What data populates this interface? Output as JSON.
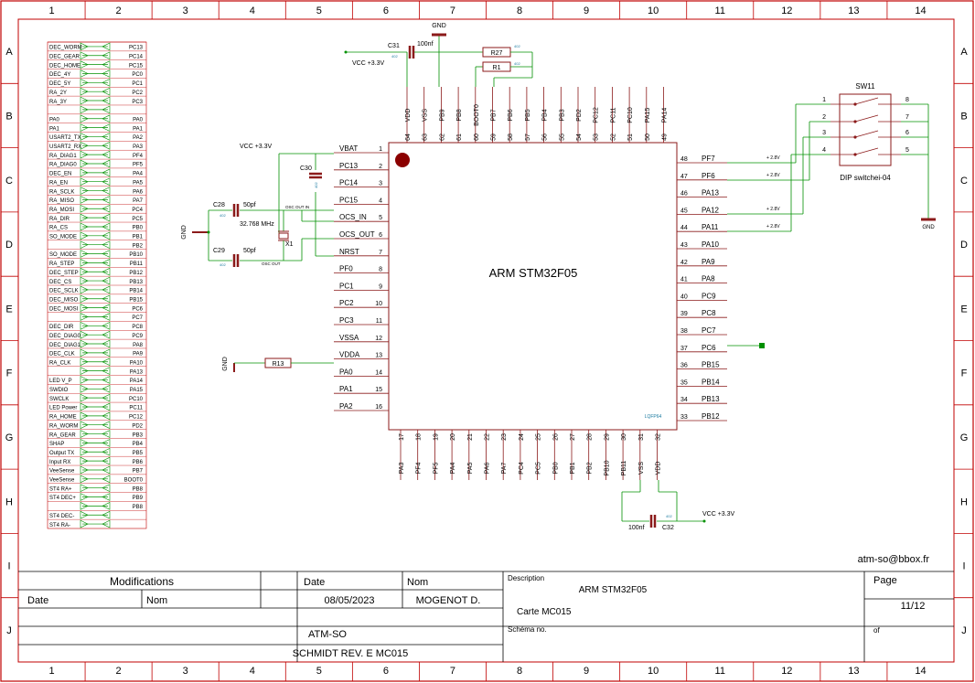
{
  "frame": {
    "columns": [
      "1",
      "2",
      "3",
      "4",
      "5",
      "6",
      "7",
      "8",
      "9",
      "10",
      "11",
      "12",
      "13",
      "14"
    ],
    "rows": [
      "A",
      "B",
      "C",
      "D",
      "E",
      "F",
      "G",
      "H",
      "I",
      "J"
    ]
  },
  "colors": {
    "frame": "#c00000",
    "wire": "#009000",
    "text": "#000000",
    "pin": "#8b1a1a",
    "chip": "#8b1a1a",
    "note": "#1a7aa0"
  },
  "connector": {
    "left_labels": [
      "DEC_WORM",
      "DEC_GEAR",
      "DEC_HOME",
      "DEC_4Y",
      "DEC_5Y",
      "RA_2Y",
      "RA_3Y",
      "",
      "PA0",
      "PA1",
      "USART2_TX",
      "USART2_RX",
      "RA_DIAG1",
      "RA_DIAG0",
      "DEC_EN",
      "RA_EN",
      "RA_SCLK",
      "RA_MISO",
      "RA_MOSI",
      "RA_DIR",
      "RA_CS",
      "SO_MODE",
      "",
      "SO_MODE",
      "RA_STEP",
      "DEC_STEP",
      "DEC_CS",
      "DEC_SCLK",
      "DEC_MISO",
      "DEC_MOSI",
      "",
      "DEC_DIR",
      "DEC_DIAG0",
      "DEC_DIAG1",
      "DEC_CLK",
      "RA_CLK",
      "",
      "LED V_P",
      "SWDIO",
      "SWCLK",
      "LED Power",
      "RA_HOME",
      "RA_WORM",
      "RA_GEAR",
      "SHAP",
      "Output TX",
      "Input RX",
      "VeeSense",
      "VeeSense",
      "ST4 RA+",
      "ST4 DEC+",
      "",
      "ST4 DEC-",
      "ST4 RA-"
    ],
    "right_labels": [
      "PC13",
      "PC14",
      "PC15",
      "PC0",
      "PC1",
      "PC2",
      "PC3",
      "",
      "PA0",
      "PA1",
      "PA2",
      "PA3",
      "PF4",
      "PF5",
      "PA4",
      "PA5",
      "PA6",
      "PA7",
      "PC4",
      "PC5",
      "PB0",
      "PB1",
      "PB2",
      "PB10",
      "PB11",
      "PB12",
      "PB13",
      "PB14",
      "PB15",
      "PC6",
      "PC7",
      "PC8",
      "PC9",
      "PA8",
      "PA9",
      "PA10",
      "PA13",
      "PA14",
      "PA15",
      "PC10",
      "PC11",
      "PC12",
      "PD2",
      "PB3",
      "PB4",
      "PB5",
      "PB6",
      "PB7",
      "BOOT0",
      "PB8",
      "PB9",
      "PB8"
    ]
  },
  "chip": {
    "name": "ARM STM32F05",
    "left_pins": [
      {
        "name": "VBAT",
        "num": "1"
      },
      {
        "name": "PC13",
        "num": "2"
      },
      {
        "name": "PC14",
        "num": "3"
      },
      {
        "name": "PC15",
        "num": "4"
      },
      {
        "name": "OCS_IN",
        "num": "5"
      },
      {
        "name": "OCS_OUT",
        "num": "6"
      },
      {
        "name": "NRST",
        "num": "7"
      },
      {
        "name": "PF0",
        "num": "8"
      },
      {
        "name": "PC1",
        "num": "9"
      },
      {
        "name": "PC2",
        "num": "10"
      },
      {
        "name": "PC3",
        "num": "11"
      },
      {
        "name": "VSSA",
        "num": "12"
      },
      {
        "name": "VDDA",
        "num": "13"
      },
      {
        "name": "PA0",
        "num": "14"
      },
      {
        "name": "PA1",
        "num": "15"
      },
      {
        "name": "PA2",
        "num": "16"
      }
    ],
    "right_pins": [
      {
        "name": "PF7",
        "num": "48"
      },
      {
        "name": "PF6",
        "num": "47"
      },
      {
        "name": "PA13",
        "num": "46"
      },
      {
        "name": "PA12",
        "num": "45"
      },
      {
        "name": "PA11",
        "num": "44"
      },
      {
        "name": "PA10",
        "num": "43"
      },
      {
        "name": "PA9",
        "num": "42"
      },
      {
        "name": "PA8",
        "num": "41"
      },
      {
        "name": "PC9",
        "num": "40"
      },
      {
        "name": "PC8",
        "num": "39"
      },
      {
        "name": "PC7",
        "num": "38"
      },
      {
        "name": "PC6",
        "num": "37"
      },
      {
        "name": "PB15",
        "num": "36"
      },
      {
        "name": "PB14",
        "num": "35"
      },
      {
        "name": "PB13",
        "num": "34"
      },
      {
        "name": "PB12",
        "num": "33"
      }
    ],
    "top_pins": [
      {
        "name": "VDD",
        "num": "64"
      },
      {
        "name": "VSS",
        "num": "63"
      },
      {
        "name": "PB9",
        "num": "62"
      },
      {
        "name": "PB8",
        "num": "61"
      },
      {
        "name": "BOOT0",
        "num": "60"
      },
      {
        "name": "PB7",
        "num": "59"
      },
      {
        "name": "PB6",
        "num": "58"
      },
      {
        "name": "PB5",
        "num": "57"
      },
      {
        "name": "PB4",
        "num": "56"
      },
      {
        "name": "PB3",
        "num": "55"
      },
      {
        "name": "PD2",
        "num": "54"
      },
      {
        "name": "PC12",
        "num": "53"
      },
      {
        "name": "PC11",
        "num": "52"
      },
      {
        "name": "PC10",
        "num": "51"
      },
      {
        "name": "PA15",
        "num": "50"
      },
      {
        "name": "PA14",
        "num": "49"
      }
    ],
    "bottom_pins": [
      {
        "name": "PA3",
        "num": "17"
      },
      {
        "name": "PF4",
        "num": "18"
      },
      {
        "name": "PF5",
        "num": "19"
      },
      {
        "name": "PA4",
        "num": "20"
      },
      {
        "name": "PA5",
        "num": "21"
      },
      {
        "name": "PA6",
        "num": "22"
      },
      {
        "name": "PA7",
        "num": "23"
      },
      {
        "name": "PC4",
        "num": "24"
      },
      {
        "name": "PC5",
        "num": "25"
      },
      {
        "name": "PB0",
        "num": "26"
      },
      {
        "name": "PB1",
        "num": "27"
      },
      {
        "name": "PB2",
        "num": "28"
      },
      {
        "name": "PB10",
        "num": "29"
      },
      {
        "name": "PB11",
        "num": "30"
      },
      {
        "name": "VSS",
        "num": "31"
      },
      {
        "name": "VDD",
        "num": "32"
      }
    ],
    "footprint_note": "LQFP64"
  },
  "components": {
    "c31": {
      "ref": "C31",
      "value": "100nf"
    },
    "r27": {
      "ref": "R27"
    },
    "r1": {
      "ref": "R1"
    },
    "c30": {
      "ref": "C30"
    },
    "c28": {
      "ref": "C28",
      "value": "50pf"
    },
    "c29": {
      "ref": "C29",
      "value": "50pf"
    },
    "x1": {
      "ref": "X1",
      "value": "32.768 MHz"
    },
    "r13": {
      "ref": "R13"
    },
    "c32": {
      "ref": "C32",
      "value": "100nf"
    },
    "sw11": {
      "ref": "SW11",
      "value": "DIP switchei-04",
      "pins_left": [
        "1",
        "2",
        "3",
        "4"
      ],
      "pins_right": [
        "8",
        "7",
        "6",
        "5"
      ]
    }
  },
  "nets": {
    "vcc": "VCC +3.3V",
    "gnd": "GND",
    "osc_in": "OSC OUT IN",
    "osc_out": "OSC OUT",
    "v28": "+ 2.8V",
    "small": "402"
  },
  "title_block": {
    "email": "atm-so@bbox.fr",
    "modifications": "Modifications",
    "date_header": "Date",
    "nom_header": "Nom",
    "date_col": "Date",
    "nom_col": "Nom",
    "date_value": "08/05/2023",
    "nom_value": "MOGENOT D.",
    "description_label": "Description",
    "description": "ARM STM32F05",
    "card": "Carte MC015",
    "schema_label": "Schéma no.",
    "page_label": "Page",
    "page": "11/12",
    "of_label": "of",
    "company": "ATM-SO",
    "revision": "SCHMIDT  REV. E    MC015"
  }
}
